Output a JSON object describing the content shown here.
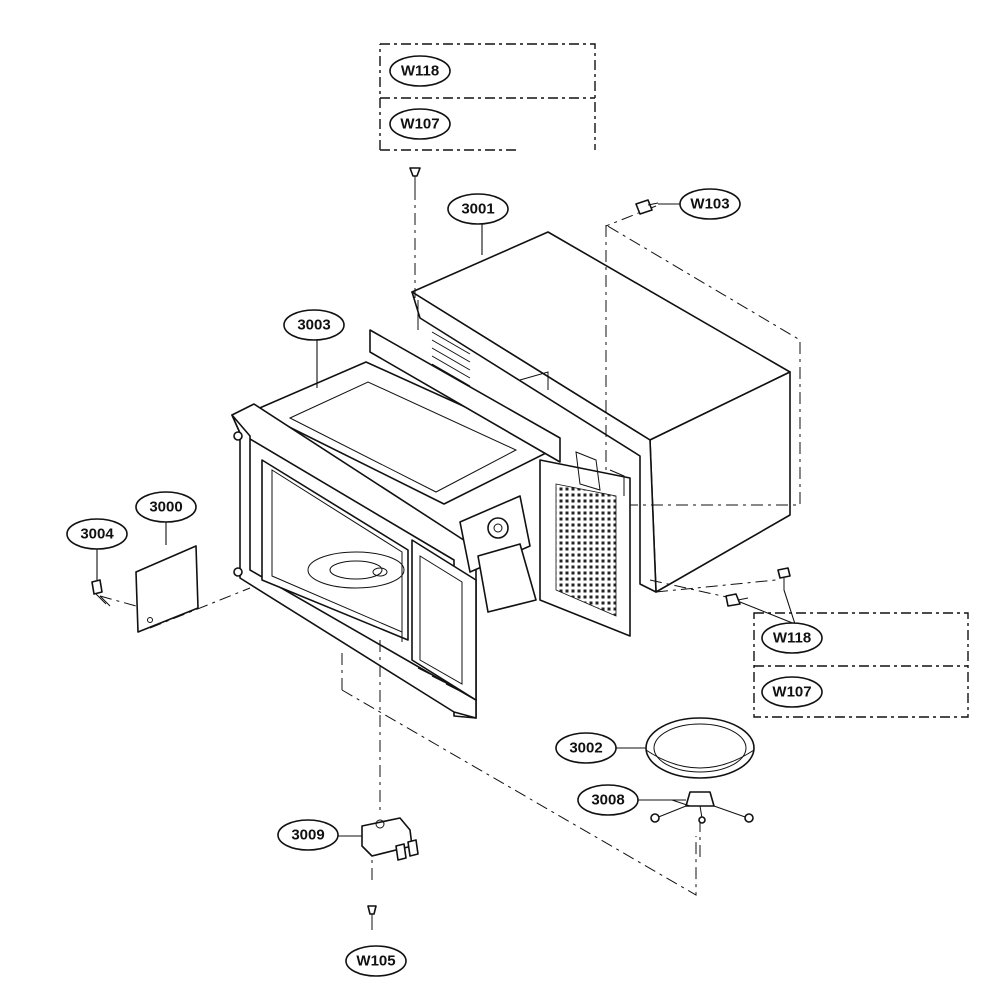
{
  "callouts": {
    "w118_top": "W118",
    "w107_top": "W107",
    "c3001": "3001",
    "w103": "W103",
    "c3003": "3003",
    "c3000": "3000",
    "c3004": "3004",
    "w118_right": "W118",
    "w107_right": "W107",
    "c3002": "3002",
    "c3008": "3008",
    "c3009": "3009",
    "w105": "W105"
  }
}
